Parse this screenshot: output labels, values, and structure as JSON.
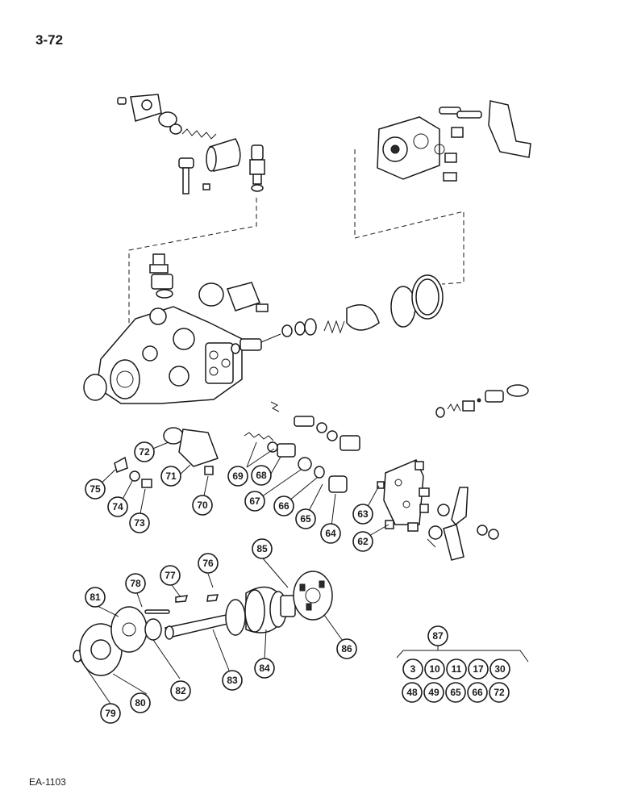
{
  "page_number": "3-72",
  "figure_code": "EA-1103",
  "callouts": [
    "62",
    "63",
    "64",
    "65",
    "66",
    "67",
    "68",
    "69",
    "70",
    "71",
    "72",
    "73",
    "74",
    "75",
    "76",
    "77",
    "78",
    "79",
    "80",
    "81",
    "82",
    "83",
    "84",
    "85",
    "86",
    "87"
  ],
  "kit_label": "87",
  "kit_row1": [
    "3",
    "10",
    "11",
    "17",
    "30"
  ],
  "kit_row2": [
    "48",
    "49",
    "65",
    "66",
    "72"
  ]
}
